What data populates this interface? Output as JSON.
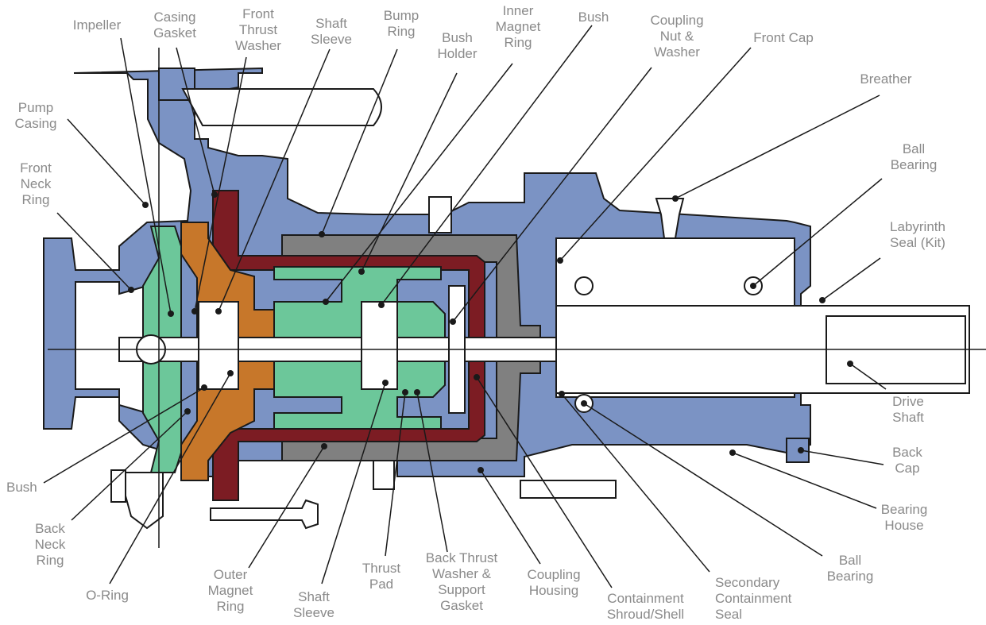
{
  "colors": {
    "casing_blue": "#7b93c4",
    "impeller_green": "#6cc79a",
    "shroud_red": "#7c1c23",
    "magnet_orange": "#c7772a",
    "housing_gray": "#808080",
    "outline": "#1a1a1a",
    "label_text": "#8a8a8a"
  },
  "labels": {
    "impeller": "Impeller",
    "casing_gasket": "Casing\nGasket",
    "front_thrust_washer": "Front\nThrust\nWasher",
    "shaft_sleeve_top": "Shaft\nSleeve",
    "bump_ring": "Bump\nRing",
    "bush_holder": "Bush\nHolder",
    "inner_magnet_ring": "Inner\nMagnet\nRing",
    "bush_top": "Bush",
    "coupling_nut_washer": "Coupling\nNut &\nWasher",
    "front_cap": "Front Cap",
    "breather": "Breather",
    "pump_casing": "Pump\nCasing",
    "ball_bearing_top": "Ball\nBearing",
    "front_neck_ring": "Front\nNeck\nRing",
    "labyrinth_seal": "Labyrinth\nSeal (Kit)",
    "drive_shaft": "Drive\nShaft",
    "bush_bottom": "Bush",
    "back_cap": "Back\nCap",
    "back_neck_ring": "Back\nNeck\nRing",
    "bearing_house": "Bearing\nHouse",
    "ball_bearing_bottom": "Ball\nBearing",
    "o_ring": "O-Ring",
    "outer_magnet_ring": "Outer\nMagnet\nRing",
    "shaft_sleeve_bottom": "Shaft\nSleeve",
    "thrust_pad": "Thrust\nPad",
    "back_thrust_washer": "Back Thrust\nWasher &\nSupport\nGasket",
    "coupling_housing": "Coupling\nHousing",
    "containment_shroud": "Containment\nShroud/Shell",
    "secondary_containment_seal": "Secondary\nContainment\nSeal"
  }
}
